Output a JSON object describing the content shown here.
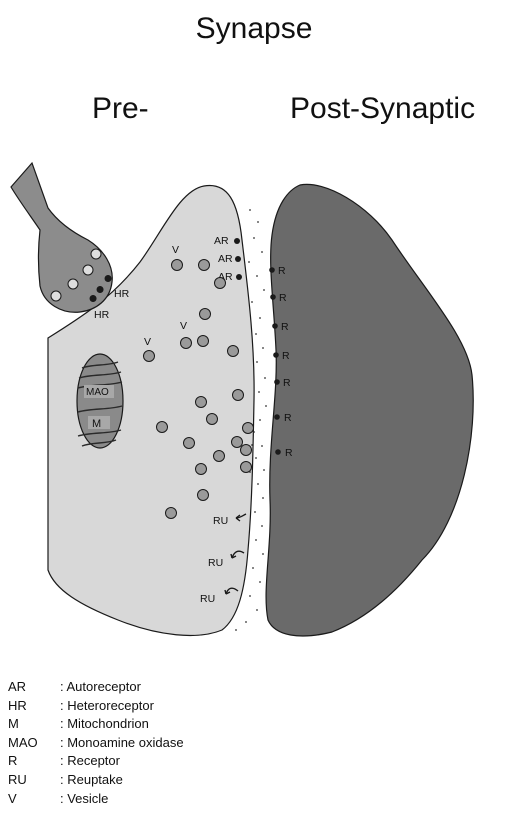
{
  "title": "Synapse",
  "headers": {
    "pre": "Pre-",
    "post": "Post-Synaptic"
  },
  "labels": {
    "autoreceptor": "AR",
    "heteroreceptor": "HR",
    "vesicle": "V",
    "mao": "MAO",
    "mitochondrion": "M",
    "receptor": "R",
    "reuptake": "RU"
  },
  "legend": [
    {
      "abbr": "AR",
      "desc": ": Autoreceptor"
    },
    {
      "abbr": "HR",
      "desc": ": Heteroreceptor"
    },
    {
      "abbr": "M",
      "desc": ": Mitochondrion"
    },
    {
      "abbr": "MAO",
      "desc": ": Monoamine oxidase"
    },
    {
      "abbr": "R",
      "desc": ": Receptor"
    },
    {
      "abbr": "RU",
      "desc": ": Reuptake"
    },
    {
      "abbr": "V",
      "desc": ": Vesicle"
    }
  ],
  "colors": {
    "pre_fill": "#d8d8d8",
    "post_fill": "#6a6a6a",
    "axon_fill": "#8c8c8c",
    "vesicle_fill": "#9a9a9a",
    "mito_fill": "#8a8a8a",
    "outline": "#1a1a1a"
  }
}
